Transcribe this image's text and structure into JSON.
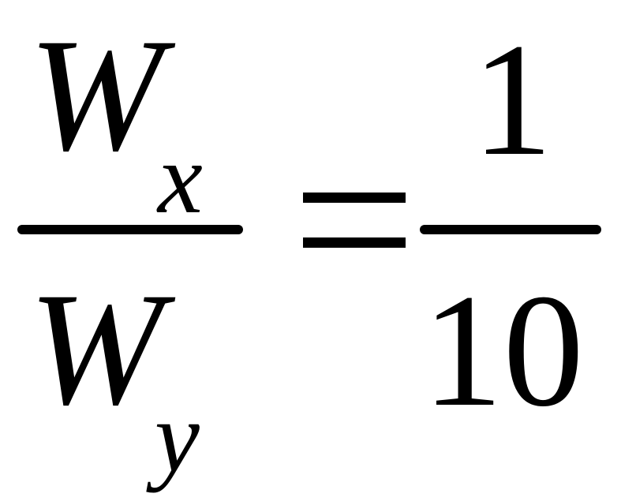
{
  "equation": {
    "left": {
      "numerator": {
        "symbol": "W",
        "subscript": "x"
      },
      "denominator": {
        "symbol": "W",
        "subscript": "y"
      }
    },
    "operator": "=",
    "right": {
      "numerator": "1",
      "denominator": "10"
    }
  }
}
